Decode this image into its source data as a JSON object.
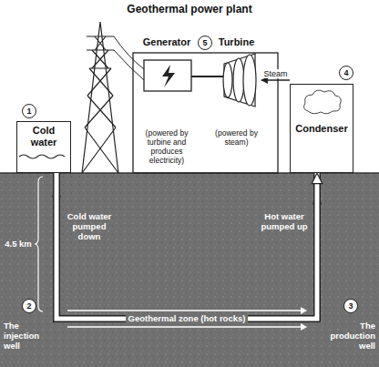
{
  "diagram": {
    "title": "Geothermal power plant",
    "nodes": [
      {
        "text": [
          "Cold water"
        ]
      },
      {
        "text": [
          "Generator",
          "(powered by turbine and produces electricity)"
        ]
      },
      {
        "text": [
          "Turbine",
          "(powered by steam)"
        ]
      },
      {
        "text": [
          "Condenser"
        ]
      }
    ],
    "edges": [
      {
        "from": 1,
        "to": 2,
        "arrow": "none"
      },
      {
        "from": 3,
        "to": 2,
        "label": "Steam",
        "arrow": "to"
      },
      {
        "from": 0,
        "to": 3,
        "label": "Geothermal zone (hot rocks)",
        "arrow": "to"
      }
    ],
    "labels": [
      "1",
      "5",
      "4",
      "4.5 km",
      "Cold water pumped down",
      "Hot water pumped up",
      "2",
      "3",
      "The injection well",
      "The production well"
    ]
  }
}
